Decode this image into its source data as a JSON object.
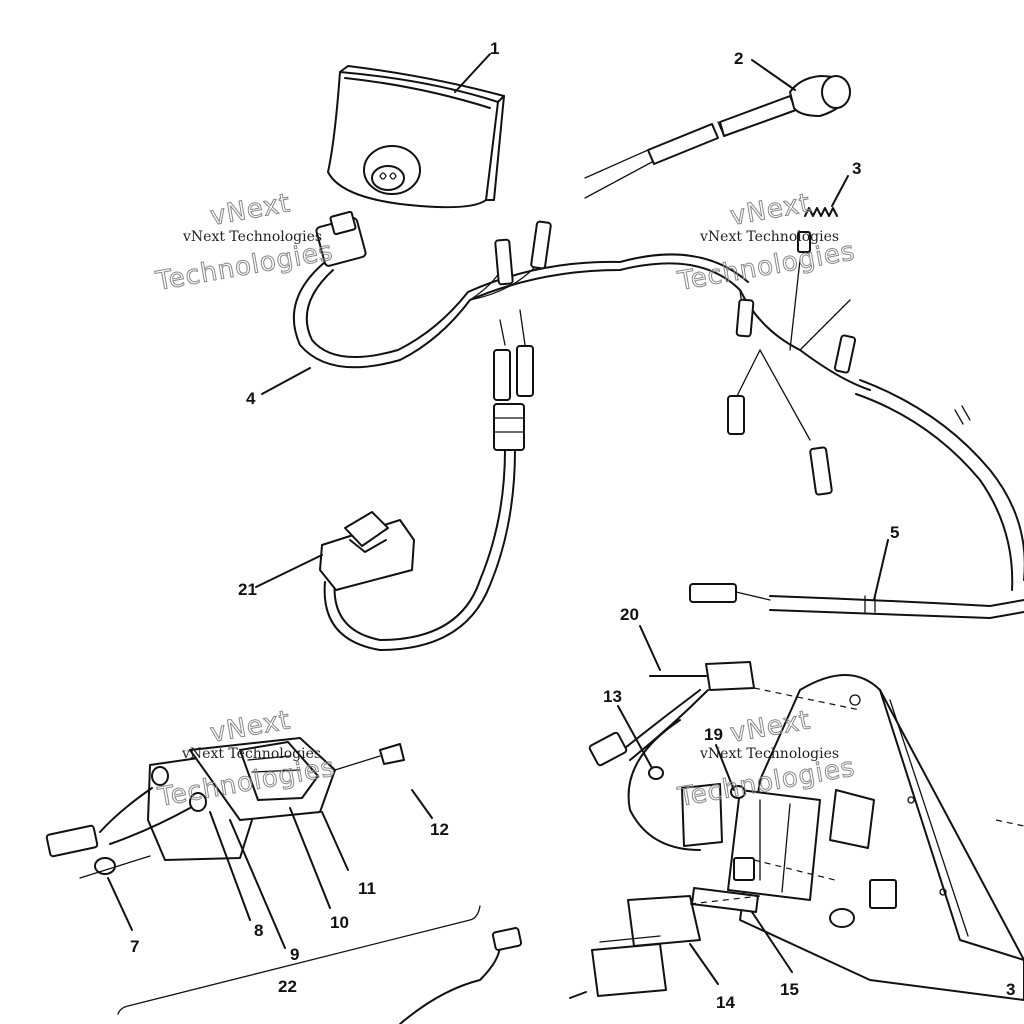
{
  "diagram": {
    "watermarks": [
      {
        "line1": "vNext Technologies",
        "outline1": "vNext",
        "outline2": "Technologies"
      },
      {
        "line1": "vNext Technologies",
        "outline1": "vNext",
        "outline2": "Technologies"
      },
      {
        "line1": "vNext Technologies",
        "outline1": "vNext",
        "outline2": "Technologies"
      },
      {
        "line1": "vNext Technologies",
        "outline1": "vNext",
        "outline2": "Technologies"
      }
    ],
    "callouts": [
      {
        "id": "1"
      },
      {
        "id": "2"
      },
      {
        "id": "3"
      },
      {
        "id": "4"
      },
      {
        "id": "5"
      },
      {
        "id": "7"
      },
      {
        "id": "8"
      },
      {
        "id": "9"
      },
      {
        "id": "10"
      },
      {
        "id": "11"
      },
      {
        "id": "12"
      },
      {
        "id": "13"
      },
      {
        "id": "14"
      },
      {
        "id": "15"
      },
      {
        "id": "19"
      },
      {
        "id": "20"
      },
      {
        "id": "21"
      },
      {
        "id": "22"
      },
      {
        "id": "3"
      }
    ]
  }
}
